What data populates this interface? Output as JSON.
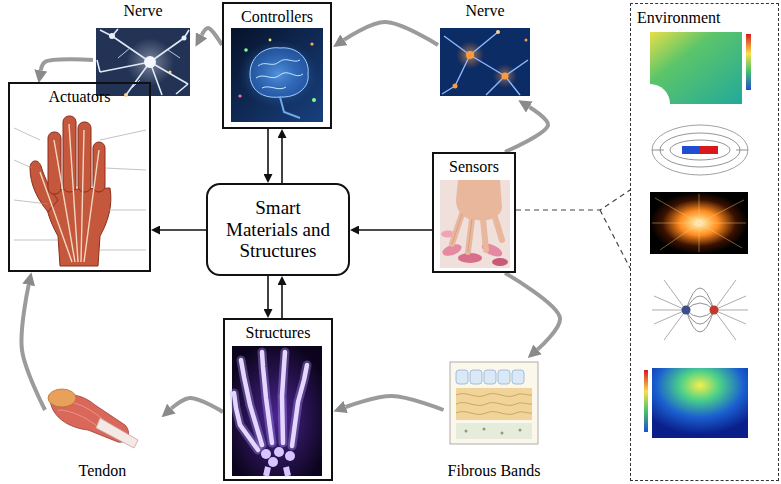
{
  "diagram": {
    "nodes": [
      {
        "text": [
          "Nerve"
        ]
      },
      {
        "text": [
          "Controllers"
        ]
      },
      {
        "text": [
          "Nerve"
        ]
      },
      {
        "text": [
          "Environment"
        ]
      },
      {
        "text": [
          "Actuators"
        ]
      },
      {
        "text": [
          "Smart Materials and Structures"
        ]
      },
      {
        "text": [
          "Sensors"
        ]
      },
      {
        "text": [
          "Structures"
        ]
      },
      {
        "text": [
          "Tendon"
        ]
      },
      {
        "text": [
          "Fibrous Bands"
        ]
      }
    ],
    "edges": [
      {
        "from": 1,
        "to": 5,
        "arrow": "to"
      },
      {
        "from": 5,
        "to": 1,
        "arrow": "to"
      },
      {
        "from": 5,
        "to": 4,
        "arrow": "to"
      },
      {
        "from": 6,
        "to": 5,
        "arrow": "to"
      },
      {
        "from": 5,
        "to": 7,
        "arrow": "to"
      },
      {
        "from": 7,
        "to": 5,
        "arrow": "to"
      },
      {
        "from": 1,
        "to": 0,
        "arrow": "to"
      },
      {
        "from": 0,
        "to": 4,
        "arrow": "to"
      },
      {
        "from": 2,
        "to": 1,
        "arrow": "to"
      },
      {
        "from": 6,
        "to": 2,
        "arrow": "to"
      },
      {
        "from": 6,
        "to": 9,
        "arrow": "to"
      },
      {
        "from": 9,
        "to": 7,
        "arrow": "to"
      },
      {
        "from": 7,
        "to": 8,
        "arrow": "to"
      },
      {
        "from": 8,
        "to": 4,
        "arrow": "to"
      },
      {
        "from": 6,
        "to": 3,
        "arrow": "none"
      }
    ]
  }
}
